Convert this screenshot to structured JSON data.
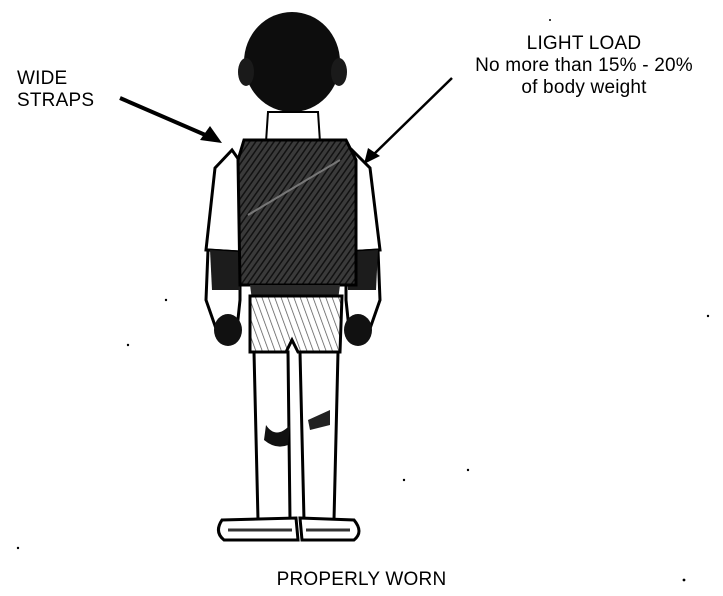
{
  "callouts": {
    "left": {
      "line1": "WIDE",
      "line2": "STRAPS"
    },
    "right": {
      "line1": "LIGHT LOAD",
      "line2": "No more than 15% - 20%",
      "line3": "of body weight"
    }
  },
  "caption": "PROPERLY WORN",
  "colors": {
    "ink": "#000000",
    "background": "#ffffff",
    "shading": "#2a2a2a"
  }
}
